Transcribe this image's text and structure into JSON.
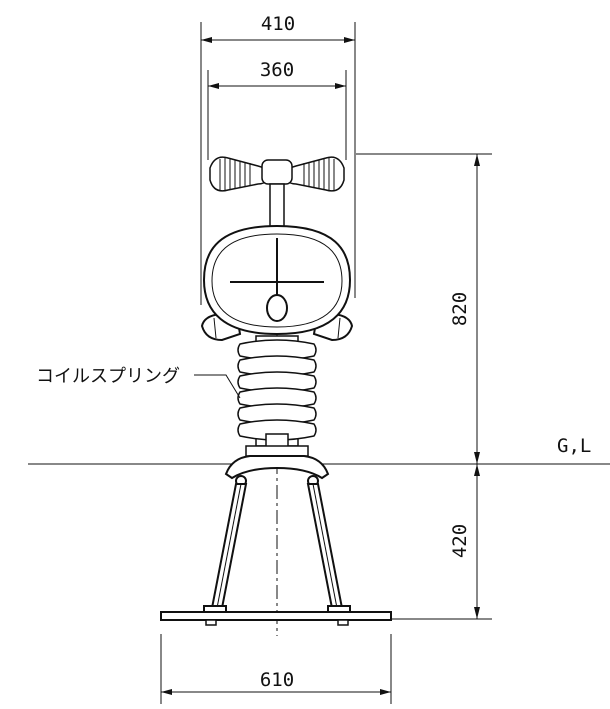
{
  "dimensions": {
    "top_outer": "410",
    "top_inner": "360",
    "height_above_ground": "820",
    "height_below_ground": "420",
    "base_width": "610"
  },
  "labels": {
    "spring": "コイルスプリング",
    "ground_line": "G,L"
  }
}
